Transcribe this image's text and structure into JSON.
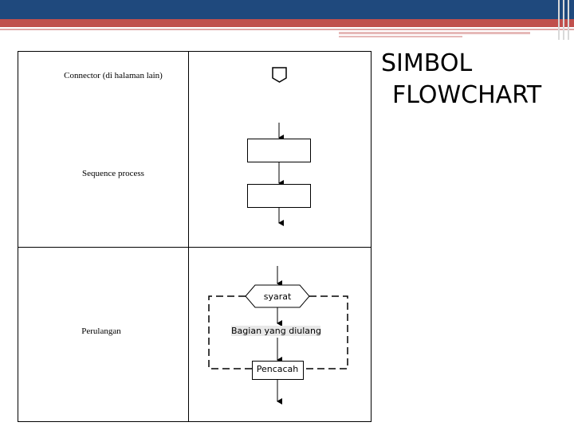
{
  "title": {
    "line1": "SIMBOL",
    "line2": "FLOWCHART"
  },
  "table": {
    "rows": [
      {
        "label": "Connector (di halaman lain)"
      },
      {
        "label": "Sequence process"
      },
      {
        "label": "Perulangan"
      }
    ]
  },
  "loop": {
    "condition": "syarat",
    "body": "Bagian yang diulang",
    "counter": "Pencacah"
  },
  "colors": {
    "header": "#1f497d",
    "accent": "#c0504d",
    "line": "#000000"
  }
}
